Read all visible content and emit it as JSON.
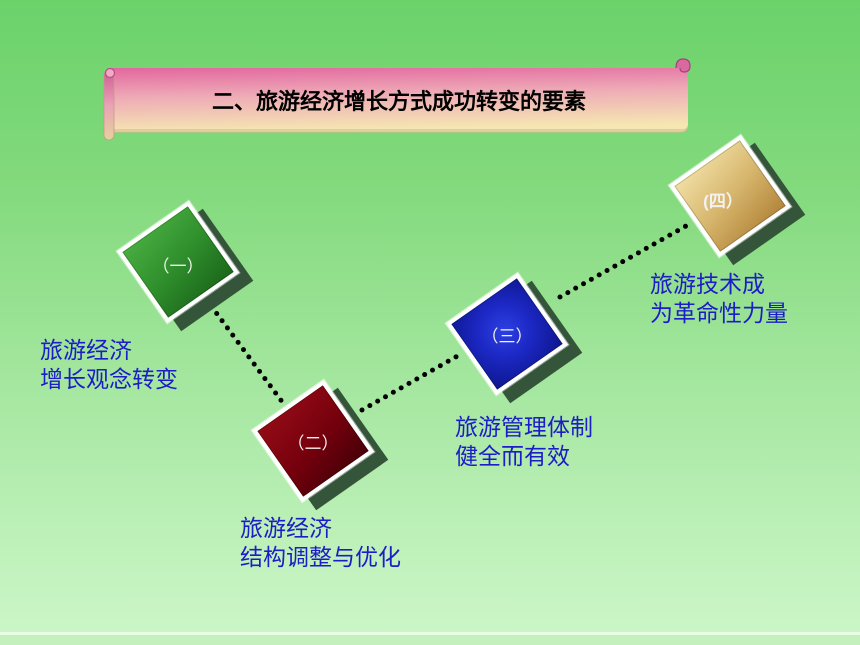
{
  "slide": {
    "title": "二、旅游经济增长方式成功转变的要素",
    "steps": [
      {
        "marker": "（一）",
        "caption_line1": "旅游经济",
        "caption_line2": "增长观念转变",
        "color": "#2f8f2c"
      },
      {
        "marker": "（二）",
        "caption_line1": "旅游经济",
        "caption_line2": "结构调整与优化",
        "color": "#74000d"
      },
      {
        "marker": "（三）",
        "caption_line1": "旅游管理体制",
        "caption_line2": "健全而有效",
        "color": "#1c28c4"
      },
      {
        "marker": "(四）",
        "caption_line1": "旅游技术成",
        "caption_line2": "为革命性力量",
        "color": "#d7b66d"
      }
    ]
  },
  "colors": {
    "background_top": "#6bd26a",
    "background_bottom": "#cdf6c8",
    "caption_text": "#1c1cc8",
    "title_text": "#000000",
    "banner_top": "#e2679f",
    "banner_bottom": "#f5e6b2",
    "connector": "#000000"
  }
}
